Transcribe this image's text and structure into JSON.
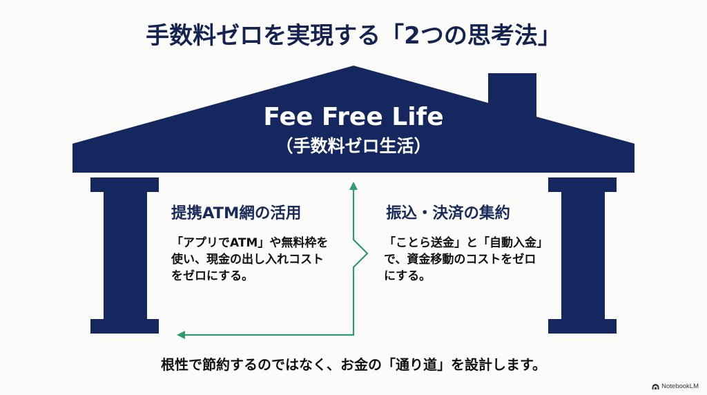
{
  "slide": {
    "title": "手数料ゼロを実現する「2つの思考法」",
    "roof": {
      "title": "Fee Free Life",
      "subtitle": "（手数料ゼロ生活）"
    },
    "pillars": [
      {
        "heading": "提携ATM網の活用",
        "text": "「アプリでATM」や無料枠を使い、現金の出し入れコストをゼロにする。"
      },
      {
        "heading": "振込・決済の集約",
        "text": "「ことら送金」と「自動入金」で、資金移動のコストをゼロにする。"
      }
    ],
    "footer": "根性で節約するのではなく、お金の「通り道」を設計します。",
    "brand": "NotebookLM",
    "colors": {
      "navy": "#14275e",
      "arrow_green": "#2e9b6e",
      "background": "#fbfbfa",
      "heading_text": "#1a2a5a",
      "body_text": "#111111"
    }
  }
}
